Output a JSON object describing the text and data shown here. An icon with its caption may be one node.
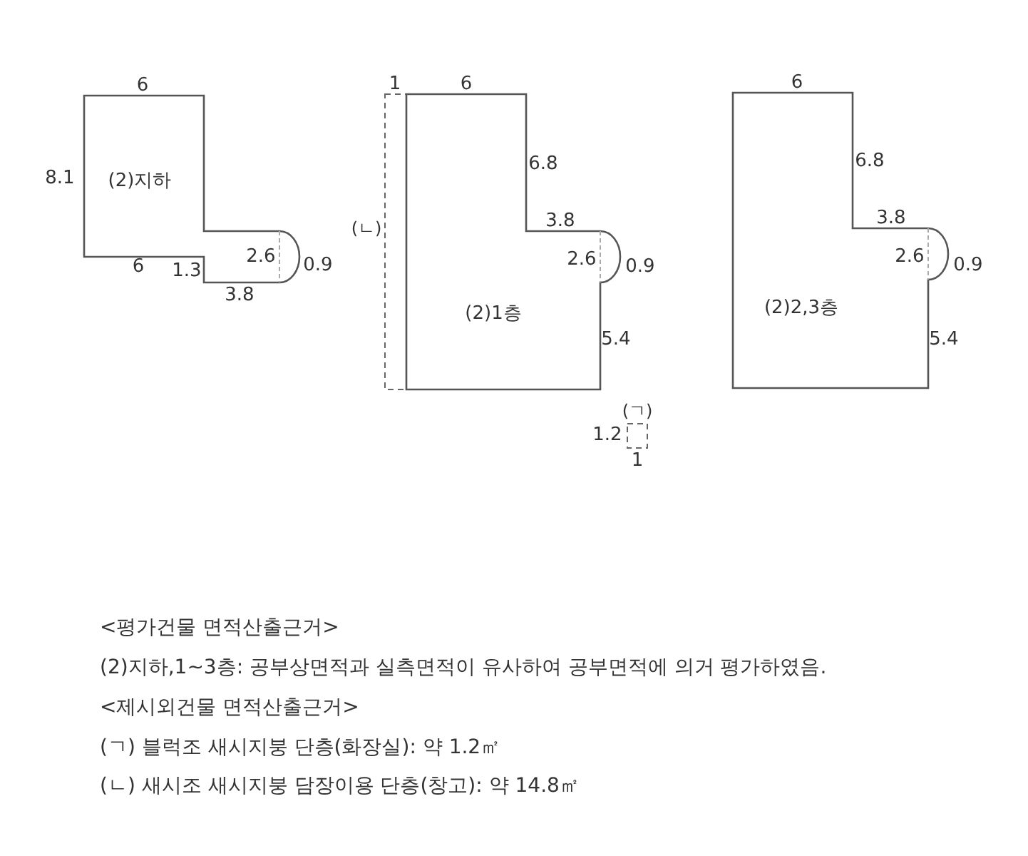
{
  "diagram": {
    "nodes": [
      {
        "text": [
          "(2)지하"
        ]
      },
      {
        "text": [
          "(ㄴ)"
        ]
      },
      {
        "text": [
          "(2)1층"
        ]
      },
      {
        "text": [
          "(ㄱ)"
        ]
      },
      {
        "text": [
          "(2)2,3층"
        ]
      }
    ],
    "labels": [
      "6",
      "8.1",
      "6",
      "1.3",
      "2.6",
      "0.9",
      "3.8",
      "1",
      "6",
      "6.8",
      "3.8",
      "2.6",
      "0.9",
      "5.4",
      "1.2",
      "1",
      "6",
      "6.8",
      "3.8",
      "2.6",
      "0.9",
      "5.4",
      "<평가건물 면적산출근거>",
      "(2)지하,1~3층: 공부상면적과 실측면적이 유사하여 공부면적에 의거 평가하였음.",
      "<제시외건물 면적산출근거>",
      "(ㄱ) 블럭조 새시지붕 단층(화장실): 약 1.2㎡",
      "(ㄴ) 새시조 새시지붕 담장이용 단층(창고): 약 14.8㎡"
    ]
  }
}
